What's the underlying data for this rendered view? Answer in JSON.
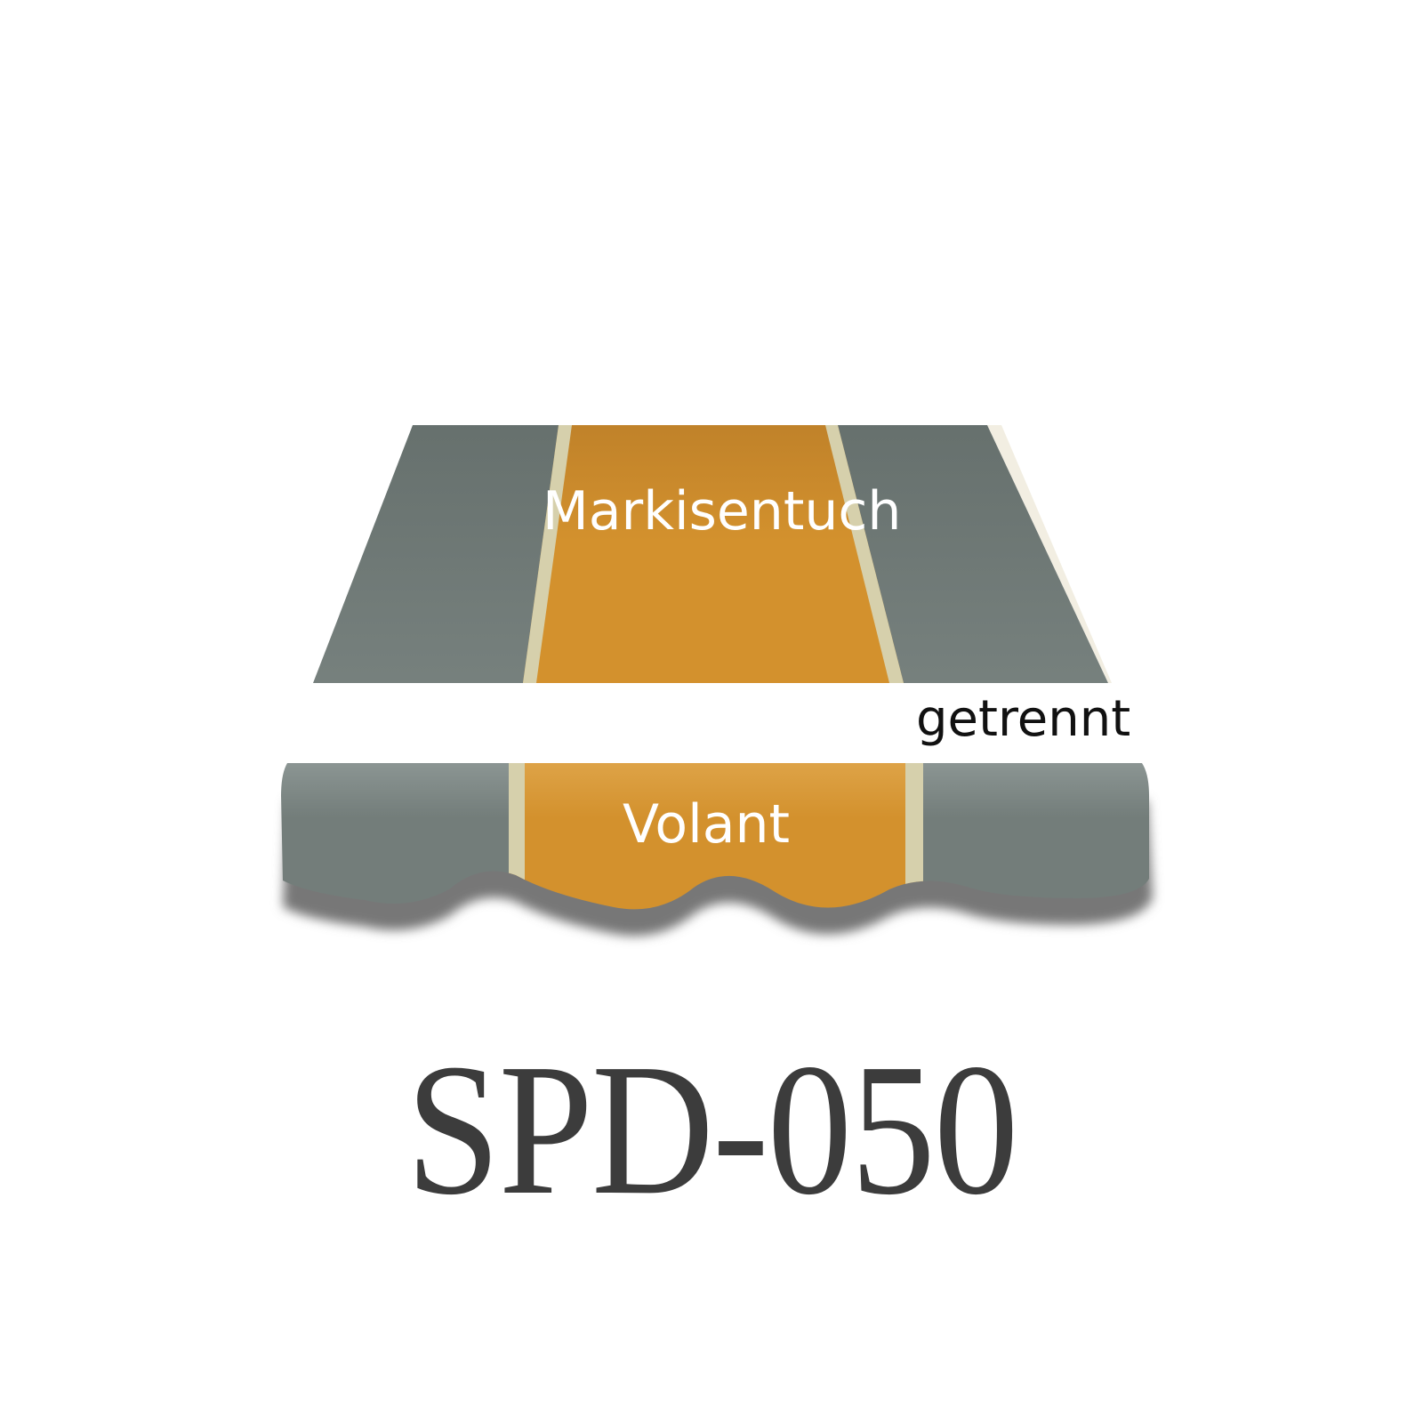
{
  "labels": {
    "canopy": "Markisentuch",
    "separator": "getrennt",
    "valance": "Volant"
  },
  "product": {
    "code": "SPD-050"
  },
  "colors": {
    "stripe_grey": "#737d7a",
    "stripe_orange": "#d3912d",
    "stripe_pin": "#d6d0ac",
    "shadow": "#777777",
    "background": "#ffffff",
    "code_text": "#3c3c3c"
  }
}
